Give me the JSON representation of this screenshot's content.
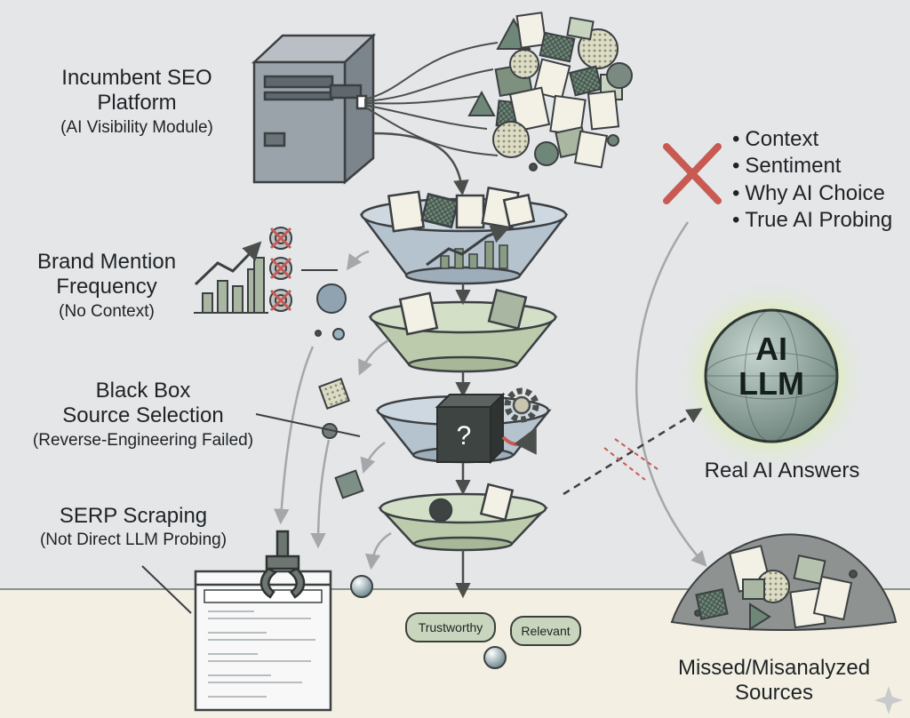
{
  "platform": {
    "title_line1": "Incumbent SEO",
    "title_line2": "Platform",
    "subtitle": "(AI Visibility Module)"
  },
  "brand_mention": {
    "title_line1": "Brand Mention",
    "title_line2": "Frequency",
    "subtitle": "(No Context)"
  },
  "black_box": {
    "title_line1": "Black Box",
    "title_line2": "Source Selection",
    "subtitle": "(Reverse-Engineering Failed)",
    "question_mark": "?"
  },
  "serp": {
    "title": "SERP Scraping",
    "subtitle": "(Not Direct LLM Probing)"
  },
  "missing_items": [
    "Context",
    "Sentiment",
    "Why AI Choice",
    "True AI Probing"
  ],
  "llm": {
    "line1": "AI",
    "line2": "LLM",
    "caption": "Real AI Answers"
  },
  "pills": {
    "trustworthy": "Trustworthy",
    "relevant": "Relevant"
  },
  "missed": {
    "line1": "Missed/Misanalyzed",
    "line2": "Sources"
  },
  "icons": [
    "server-icon",
    "funnel-icon",
    "document-icon",
    "bar-chart-icon",
    "cancelled-target-icon",
    "gear-icon",
    "question-cube-icon",
    "robot-claw-icon",
    "browser-window-icon",
    "red-x-icon",
    "globe-icon",
    "sparkle-icon"
  ],
  "colors": {
    "background": "#e4e6e8",
    "floor": "#f3f0e3",
    "funnel_blue": "#b5c3cf",
    "funnel_green": "#bccbac",
    "accent_red": "#c85a52",
    "llm_sphere": "#8ea39e",
    "glow": "#d6f0a8"
  }
}
